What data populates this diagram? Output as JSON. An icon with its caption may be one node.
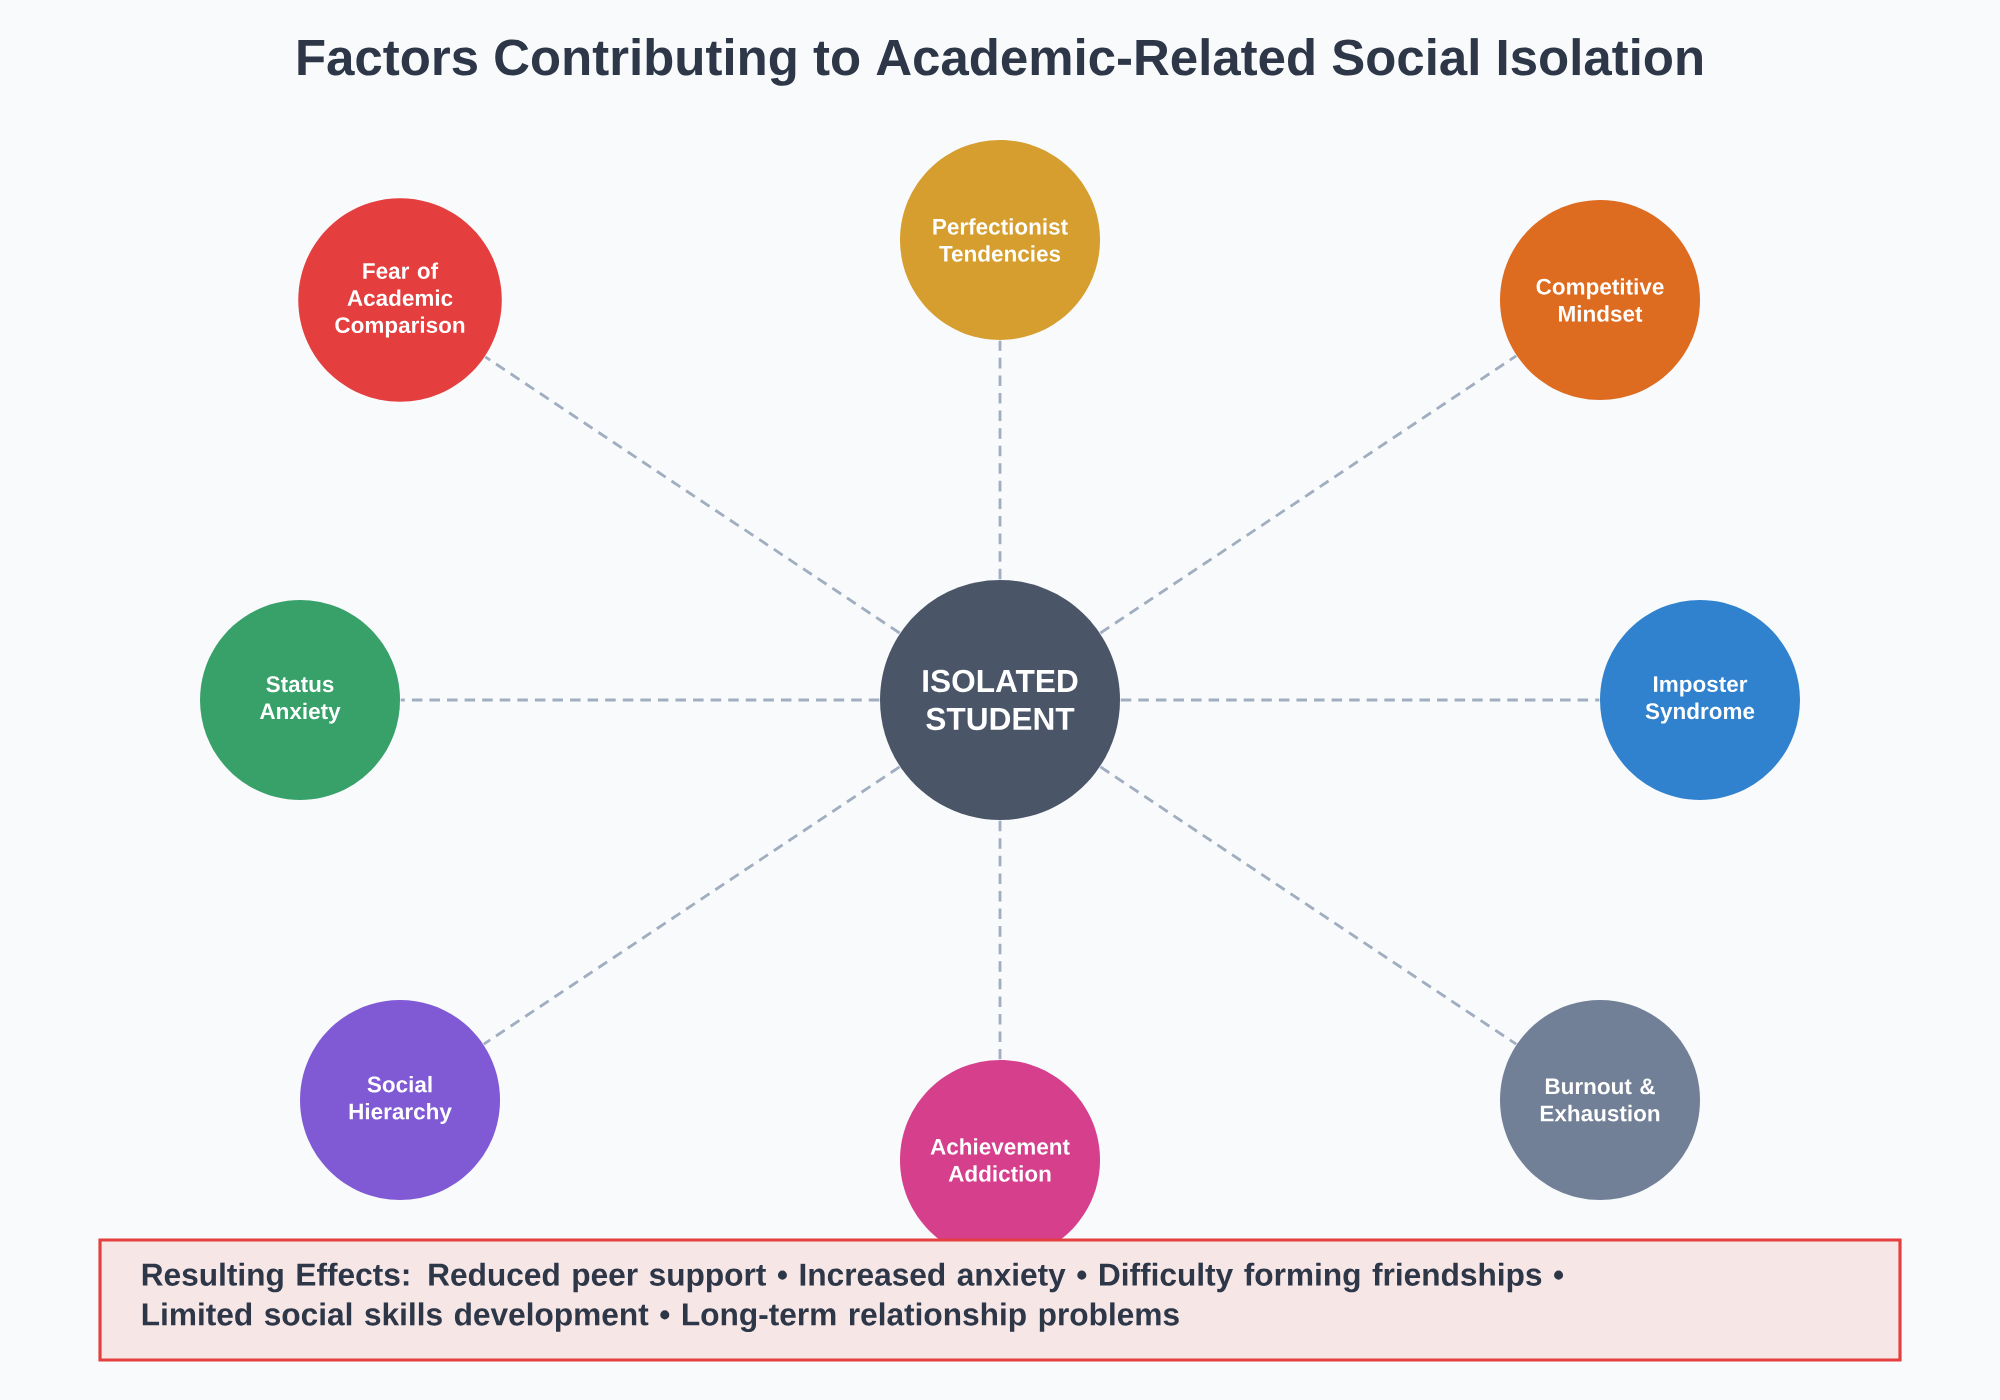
{
  "diagram": {
    "title": "Factors Contributing to Academic-Related Social Isolation",
    "nodes": [
      {
        "text": [
          "Perfectionist Tendencies"
        ]
      },
      {
        "text": [
          "Fear of Academic Comparison"
        ]
      },
      {
        "text": [
          "Competitive Mindset"
        ]
      },
      {
        "text": [
          "Status Anxiety"
        ]
      },
      {
        "text": [
          "ISOLATED STUDENT"
        ]
      },
      {
        "text": [
          "Imposter Syndrome"
        ]
      },
      {
        "text": [
          "Social Hierarchy"
        ]
      },
      {
        "text": [
          "Burnout & Exhaustion"
        ]
      },
      {
        "text": [
          "Achievement Addiction"
        ]
      }
    ],
    "edges": [
      {
        "from": 4,
        "to": 0,
        "arrow": "none",
        "style": "dashed"
      },
      {
        "from": 4,
        "to": 1,
        "arrow": "none",
        "style": "dashed"
      },
      {
        "from": 4,
        "to": 2,
        "arrow": "none",
        "style": "dashed"
      },
      {
        "from": 4,
        "to": 3,
        "arrow": "none",
        "style": "dashed"
      },
      {
        "from": 4,
        "to": 5,
        "arrow": "none",
        "style": "dashed"
      },
      {
        "from": 4,
        "to": 6,
        "arrow": "none",
        "style": "dashed"
      },
      {
        "from": 4,
        "to": 7,
        "arrow": "none",
        "style": "dashed"
      },
      {
        "from": 4,
        "to": 8,
        "arrow": "none",
        "style": "dashed"
      }
    ],
    "labels": [
      "Resulting Effects: Reduced peer support • Increased anxiety • Difficulty forming friendships • Limited social skills development • Long-term relationship problems"
    ]
  }
}
